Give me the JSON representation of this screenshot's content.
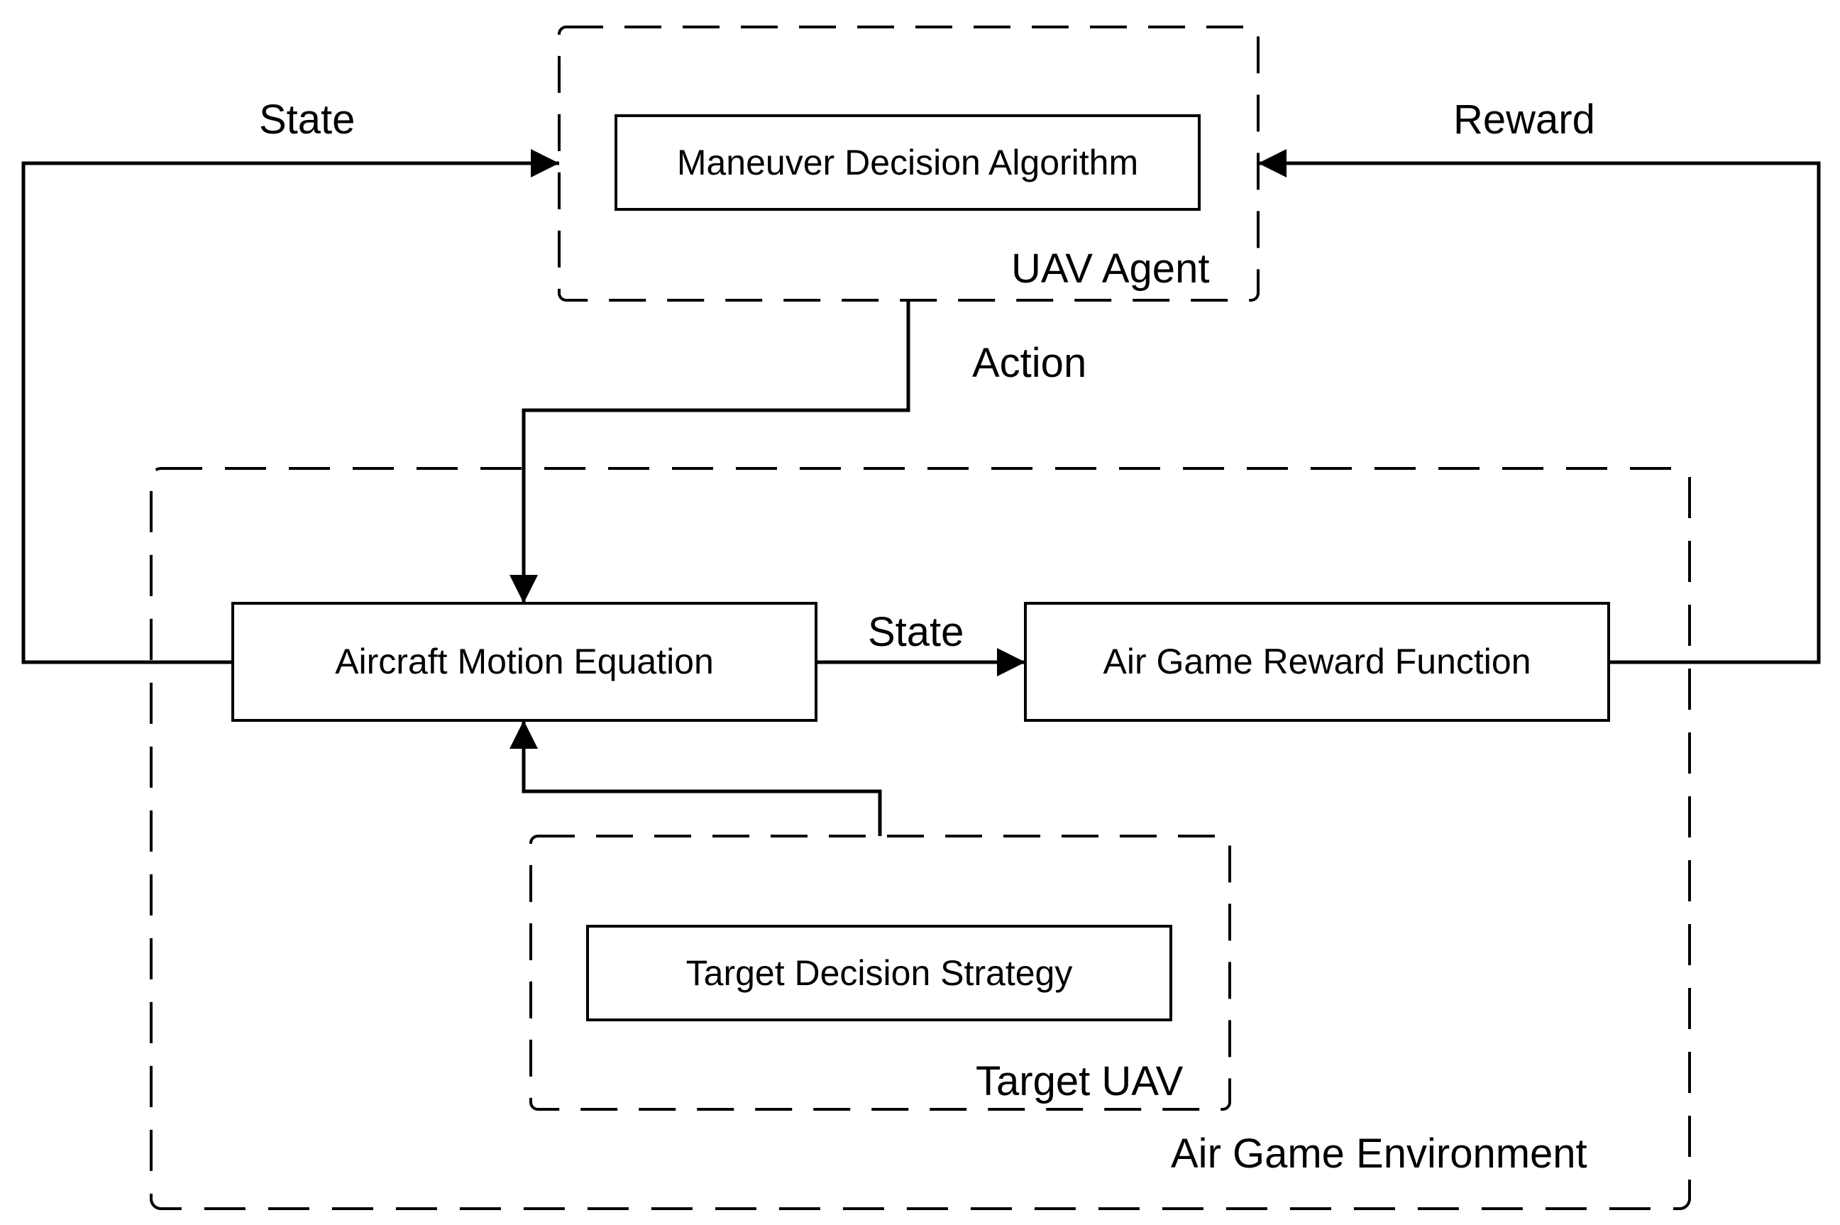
{
  "diagram": {
    "containers": {
      "uav_agent": "UAV Agent",
      "air_game_environment": "Air Game Environment",
      "target_uav": "Target UAV"
    },
    "boxes": {
      "maneuver_decision": "Maneuver Decision Algorithm",
      "aircraft_motion": "Aircraft Motion Equation",
      "reward_function": "Air Game Reward Function",
      "target_decision": "Target Decision Strategy"
    },
    "edge_labels": {
      "state_feedback": "State",
      "reward_feedback": "Reward",
      "action": "Action",
      "state_internal": "State"
    }
  }
}
